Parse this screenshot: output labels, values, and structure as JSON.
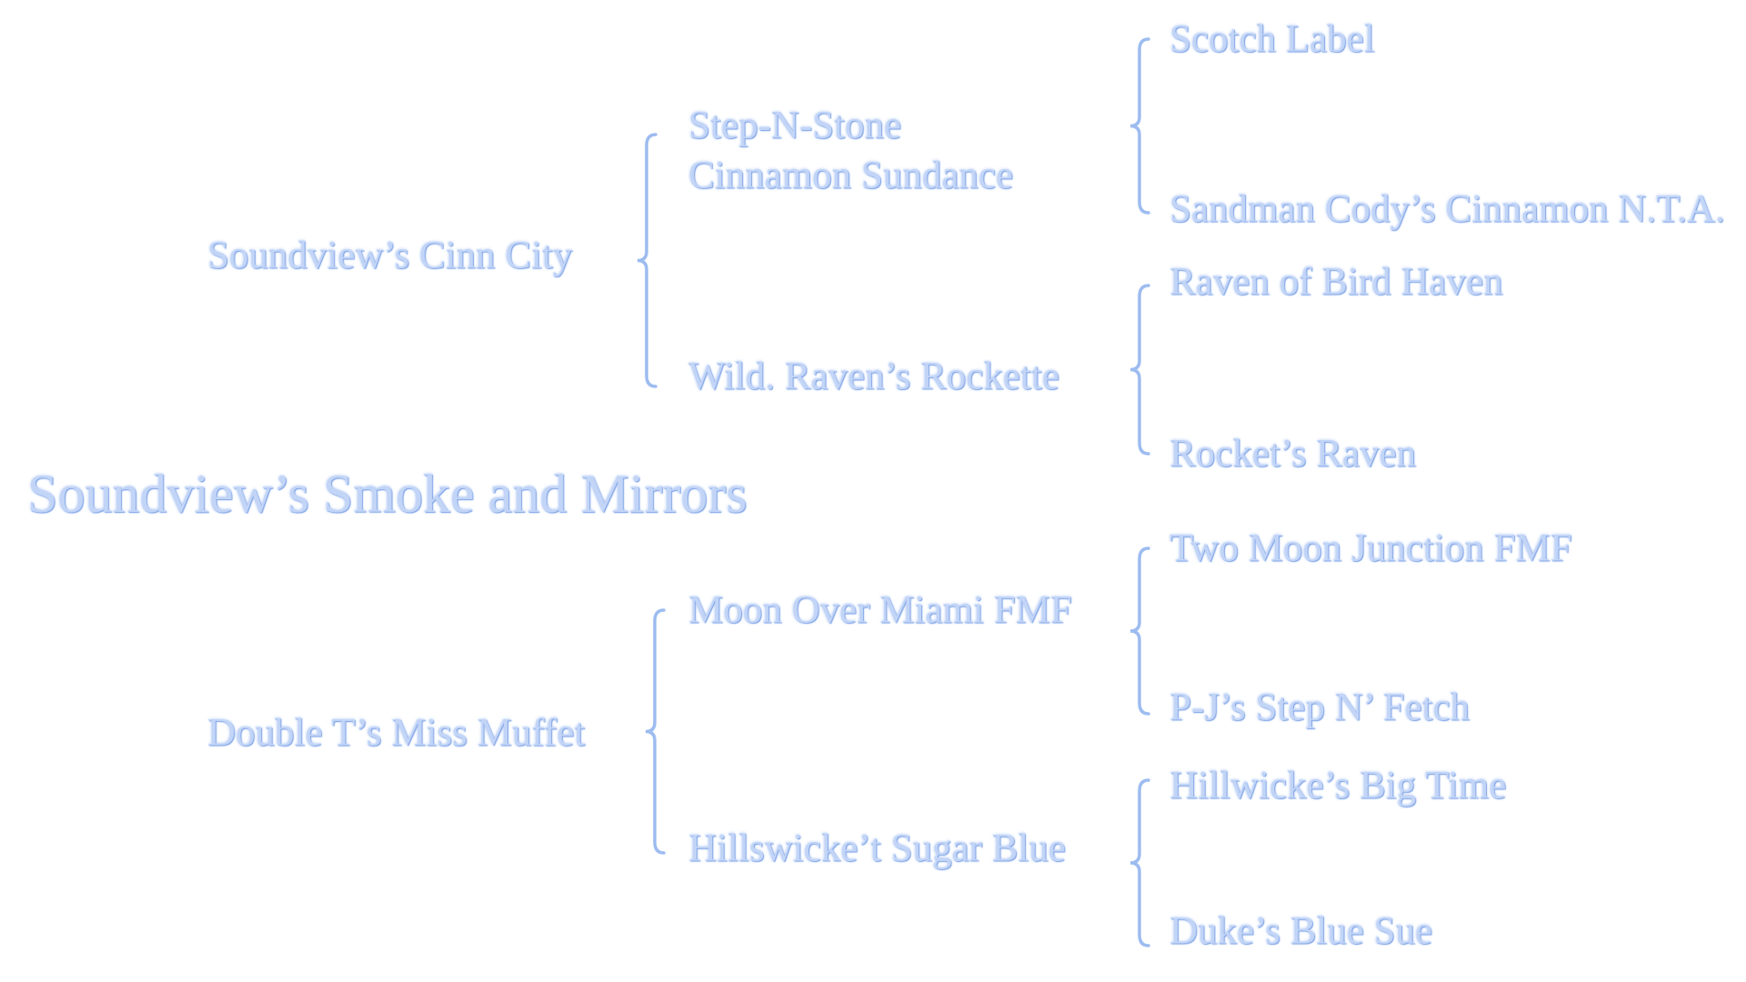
{
  "subject": "Soundview’s Smoke and Mirrors",
  "sire": {
    "name": "Soundview’s Cinn City",
    "sire": {
      "name_line1": "Step-N-Stone",
      "name_line2": "Cinnamon Sundance",
      "sire": "Scotch Label",
      "dam": "Sandman Cody’s Cinnamon N.T.A."
    },
    "dam": {
      "name": "Wild. Raven’s Rockette",
      "sire": "Raven of Bird Haven",
      "dam": "Rocket’s Raven"
    }
  },
  "dam": {
    "name": "Double T’s Miss Muffet",
    "sire": {
      "name": "Moon Over Miami FMF",
      "sire": "Two Moon Junction FMF",
      "dam": "P-J’s Step N’ Fetch"
    },
    "dam": {
      "name": "Hillswicke’t Sugar Blue",
      "sire": "Hillwicke’s Big Time",
      "dam": "Duke’s Blue Sue"
    }
  },
  "colors": {
    "text": "#c2d5f7",
    "brace": "#9dbcf0"
  }
}
